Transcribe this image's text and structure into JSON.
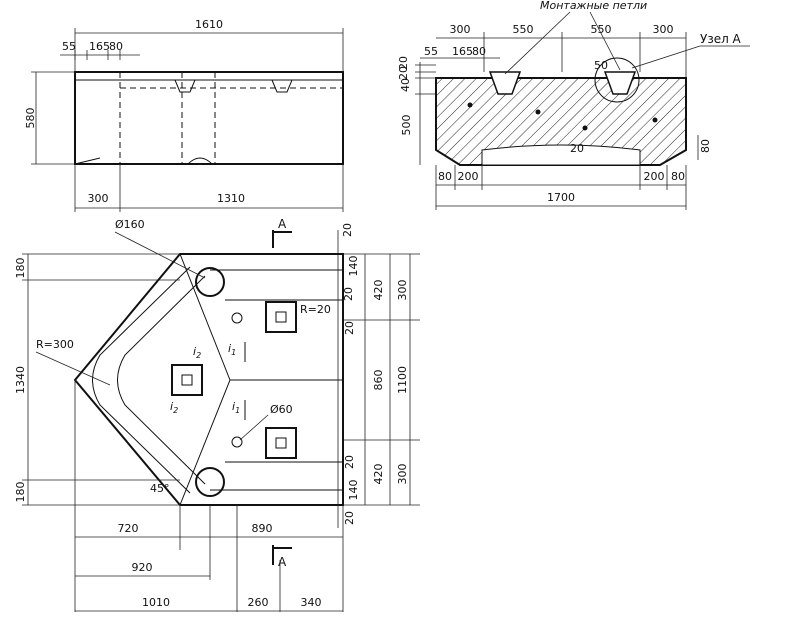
{
  "elevation": {
    "overall_length": "1610",
    "top_dim_a": "55",
    "top_dim_b": "165",
    "top_dim_c": "80",
    "height": "580",
    "bottom_left": "300",
    "bottom_right": "1310"
  },
  "section": {
    "top_seg_1": "300",
    "top_seg_2": "550",
    "top_seg_3": "550",
    "top_seg_4": "300",
    "node_callout": "Узел А",
    "loops_label": "Монтажные петли",
    "left_a": "55",
    "left_b": "165",
    "left_c": "80",
    "side_20a": "20",
    "side_20b": "20",
    "side_40": "40",
    "side_500": "500",
    "radius_50": "50",
    "pit_20": "20",
    "right_80": "80",
    "bottom_80a": "80",
    "bottom_200a": "200",
    "bottom_200b": "200",
    "bottom_80b": "80",
    "overall_length": "1700"
  },
  "plan": {
    "hole_160": "Ø160",
    "hole_60": "Ø60",
    "section_mark_top": "А",
    "section_mark_bottom": "А",
    "radius_300": "R=300",
    "radius_20": "R=20",
    "slope_i1_top": "i",
    "slope_i1_top_sub": "1",
    "slope_i2_top": "i",
    "slope_i2_top_sub": "2",
    "slope_i2_bot": "i",
    "slope_i2_bot_sub": "2",
    "slope_i1_bot": "i",
    "slope_i1_bot_sub": "1",
    "angle": "45°",
    "left_180_top": "180",
    "left_1340": "1340",
    "left_180_bottom": "180",
    "r_20_top": "20",
    "r_140_top": "140",
    "r_20_mid1": "20",
    "r_20_mid2": "20",
    "r_420_top": "420",
    "r_300_top": "300",
    "r_860": "860",
    "r_1100": "1100",
    "r_20_low": "20",
    "r_140_bottom": "140",
    "r_420_bottom": "420",
    "r_300_bottom": "300",
    "r_20_bottom": "20",
    "b_720": "720",
    "b_890": "890",
    "b_920": "920",
    "b_1010": "1010",
    "b_260": "260",
    "b_340": "340"
  }
}
